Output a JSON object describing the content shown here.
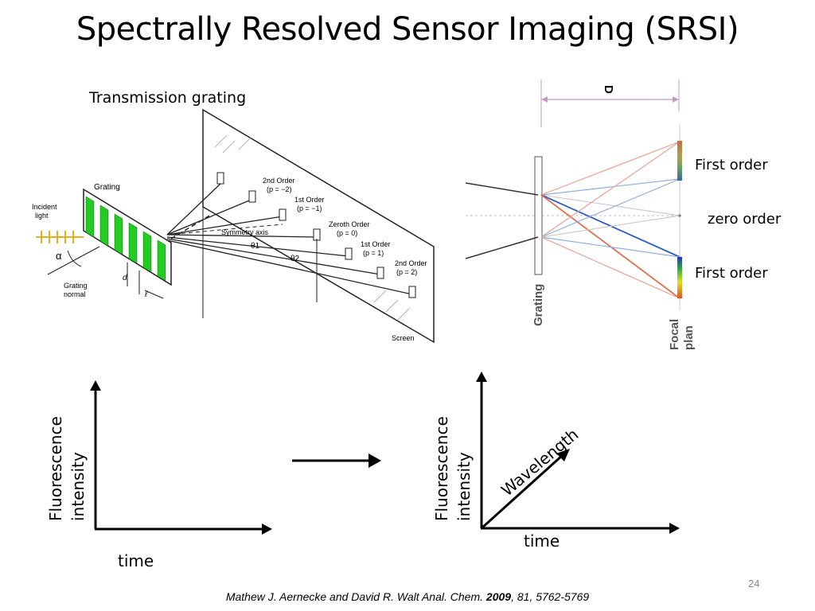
{
  "slide": {
    "title": "Spectrally Resolved Sensor Imaging (SRSI)",
    "page_number": "24"
  },
  "grating_diagram": {
    "heading": "Transmission grating",
    "labels": {
      "grating": "Grating",
      "incident_light_1": "Incident",
      "incident_light_2": "light",
      "alpha": "α",
      "grating_normal_1": "Grating",
      "grating_normal_2": "normal",
      "d": "d",
      "l": "ℓ",
      "symmetry_axis": "Symmetry axis",
      "theta1": "θ1",
      "theta2": "θ2",
      "screen": "Screen",
      "order_2nd_neg": "2nd Order",
      "order_2nd_neg_p": "(p = −2)",
      "order_1st_neg": "1st Order",
      "order_1st_neg_p": "(p = −1)",
      "order_zero": "Zeroth Order",
      "order_zero_p": "(p = 0)",
      "order_1st_pos": "1st Order",
      "order_1st_pos_p": "(p = 1)",
      "order_2nd_pos": "2nd Order",
      "order_2nd_pos_p": "(p = 2)"
    }
  },
  "focal_diagram": {
    "D": "D",
    "grating": "Grating",
    "focal_plan_1": "Focal",
    "focal_plan_2": "plan",
    "first_order_top": "First order",
    "zero_order": "zero order",
    "first_order_bottom": "First order"
  },
  "plot_left": {
    "ylabel_1": "Fluorescence",
    "ylabel_2": "intensity",
    "xlabel": "time"
  },
  "plot_right": {
    "ylabel_1": "Fluorescence",
    "ylabel_2": "intensity",
    "xlabel": "time",
    "diag_label": "Wavelength"
  },
  "colors": {
    "green_slit": "#22cc22",
    "red_ray": "#e07050",
    "blue_ray": "#5080d0",
    "incident": "#e0b020"
  },
  "citation": {
    "authors": "Mathew J. Aernecke and David R. Walt  Anal. Chem. ",
    "year": "2009",
    "rest": ", 81, 5762-5769"
  }
}
